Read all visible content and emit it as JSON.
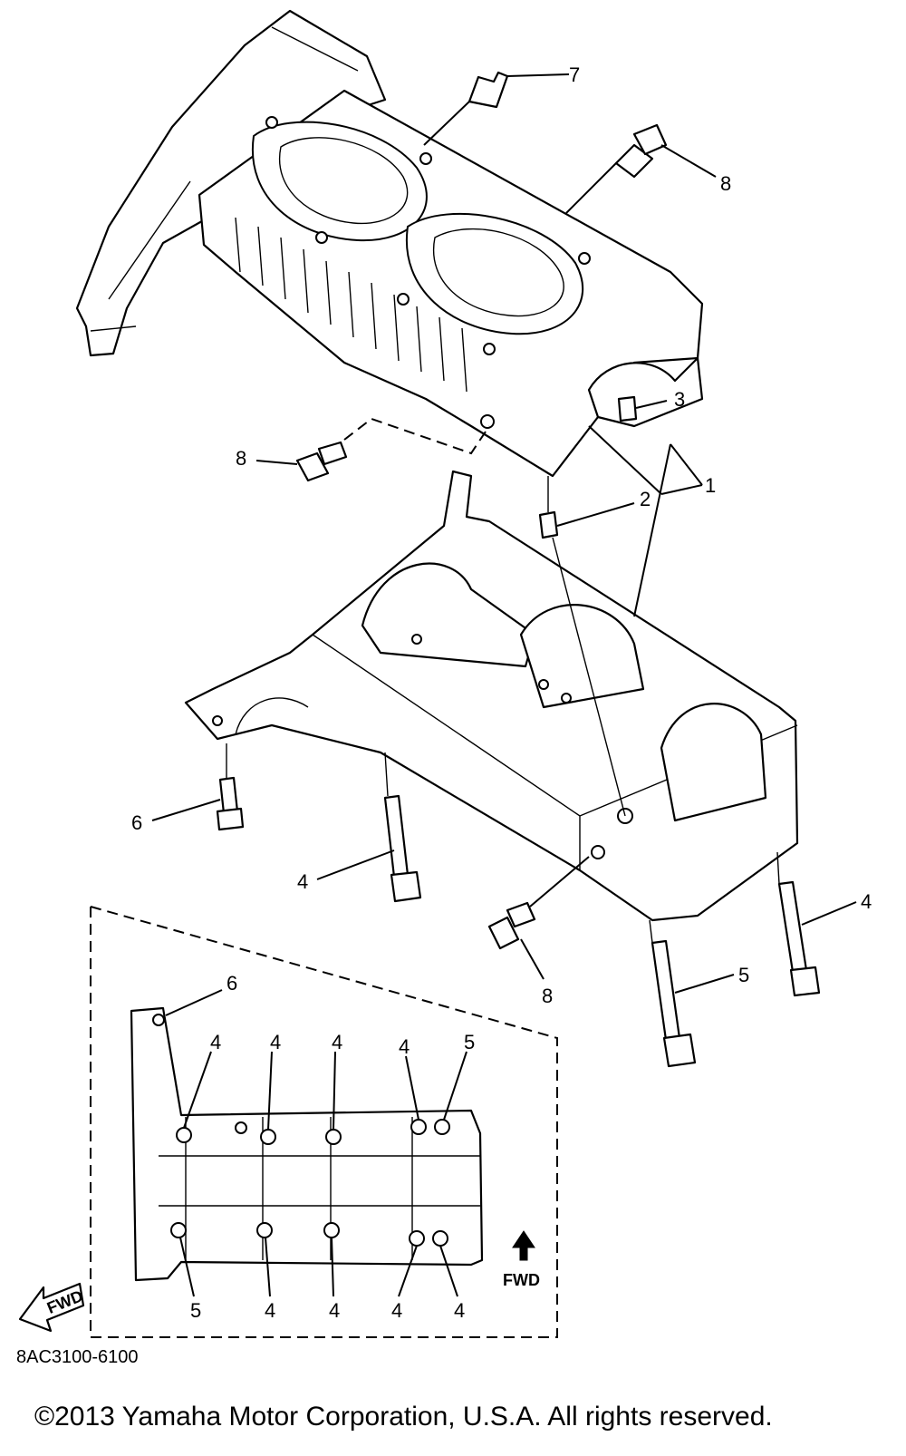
{
  "callouts": {
    "c7": "7",
    "c8_top": "8",
    "c3": "3",
    "c8_left": "8",
    "c2": "2",
    "c1": "1",
    "c6": "6",
    "c4_left": "4",
    "c4_right": "4",
    "c5_right": "5",
    "c8_bottom": "8",
    "inset_c6": "6",
    "inset_top_1": "4",
    "inset_top_2": "4",
    "inset_top_3": "4",
    "inset_top_4": "4",
    "inset_top_5": "5",
    "inset_bot_1": "5",
    "inset_bot_2": "4",
    "inset_bot_3": "4",
    "inset_bot_4": "4",
    "inset_bot_5": "4"
  },
  "fwd_left": "FWD",
  "fwd_right": "FWD",
  "diagram_code": "8AC3100-6100",
  "copyright": "©2013 Yamaha Motor Corporation, U.S.A. All rights reserved.",
  "icons": [
    "fwd-arrow-icon-left",
    "fwd-arrow-icon-up"
  ]
}
